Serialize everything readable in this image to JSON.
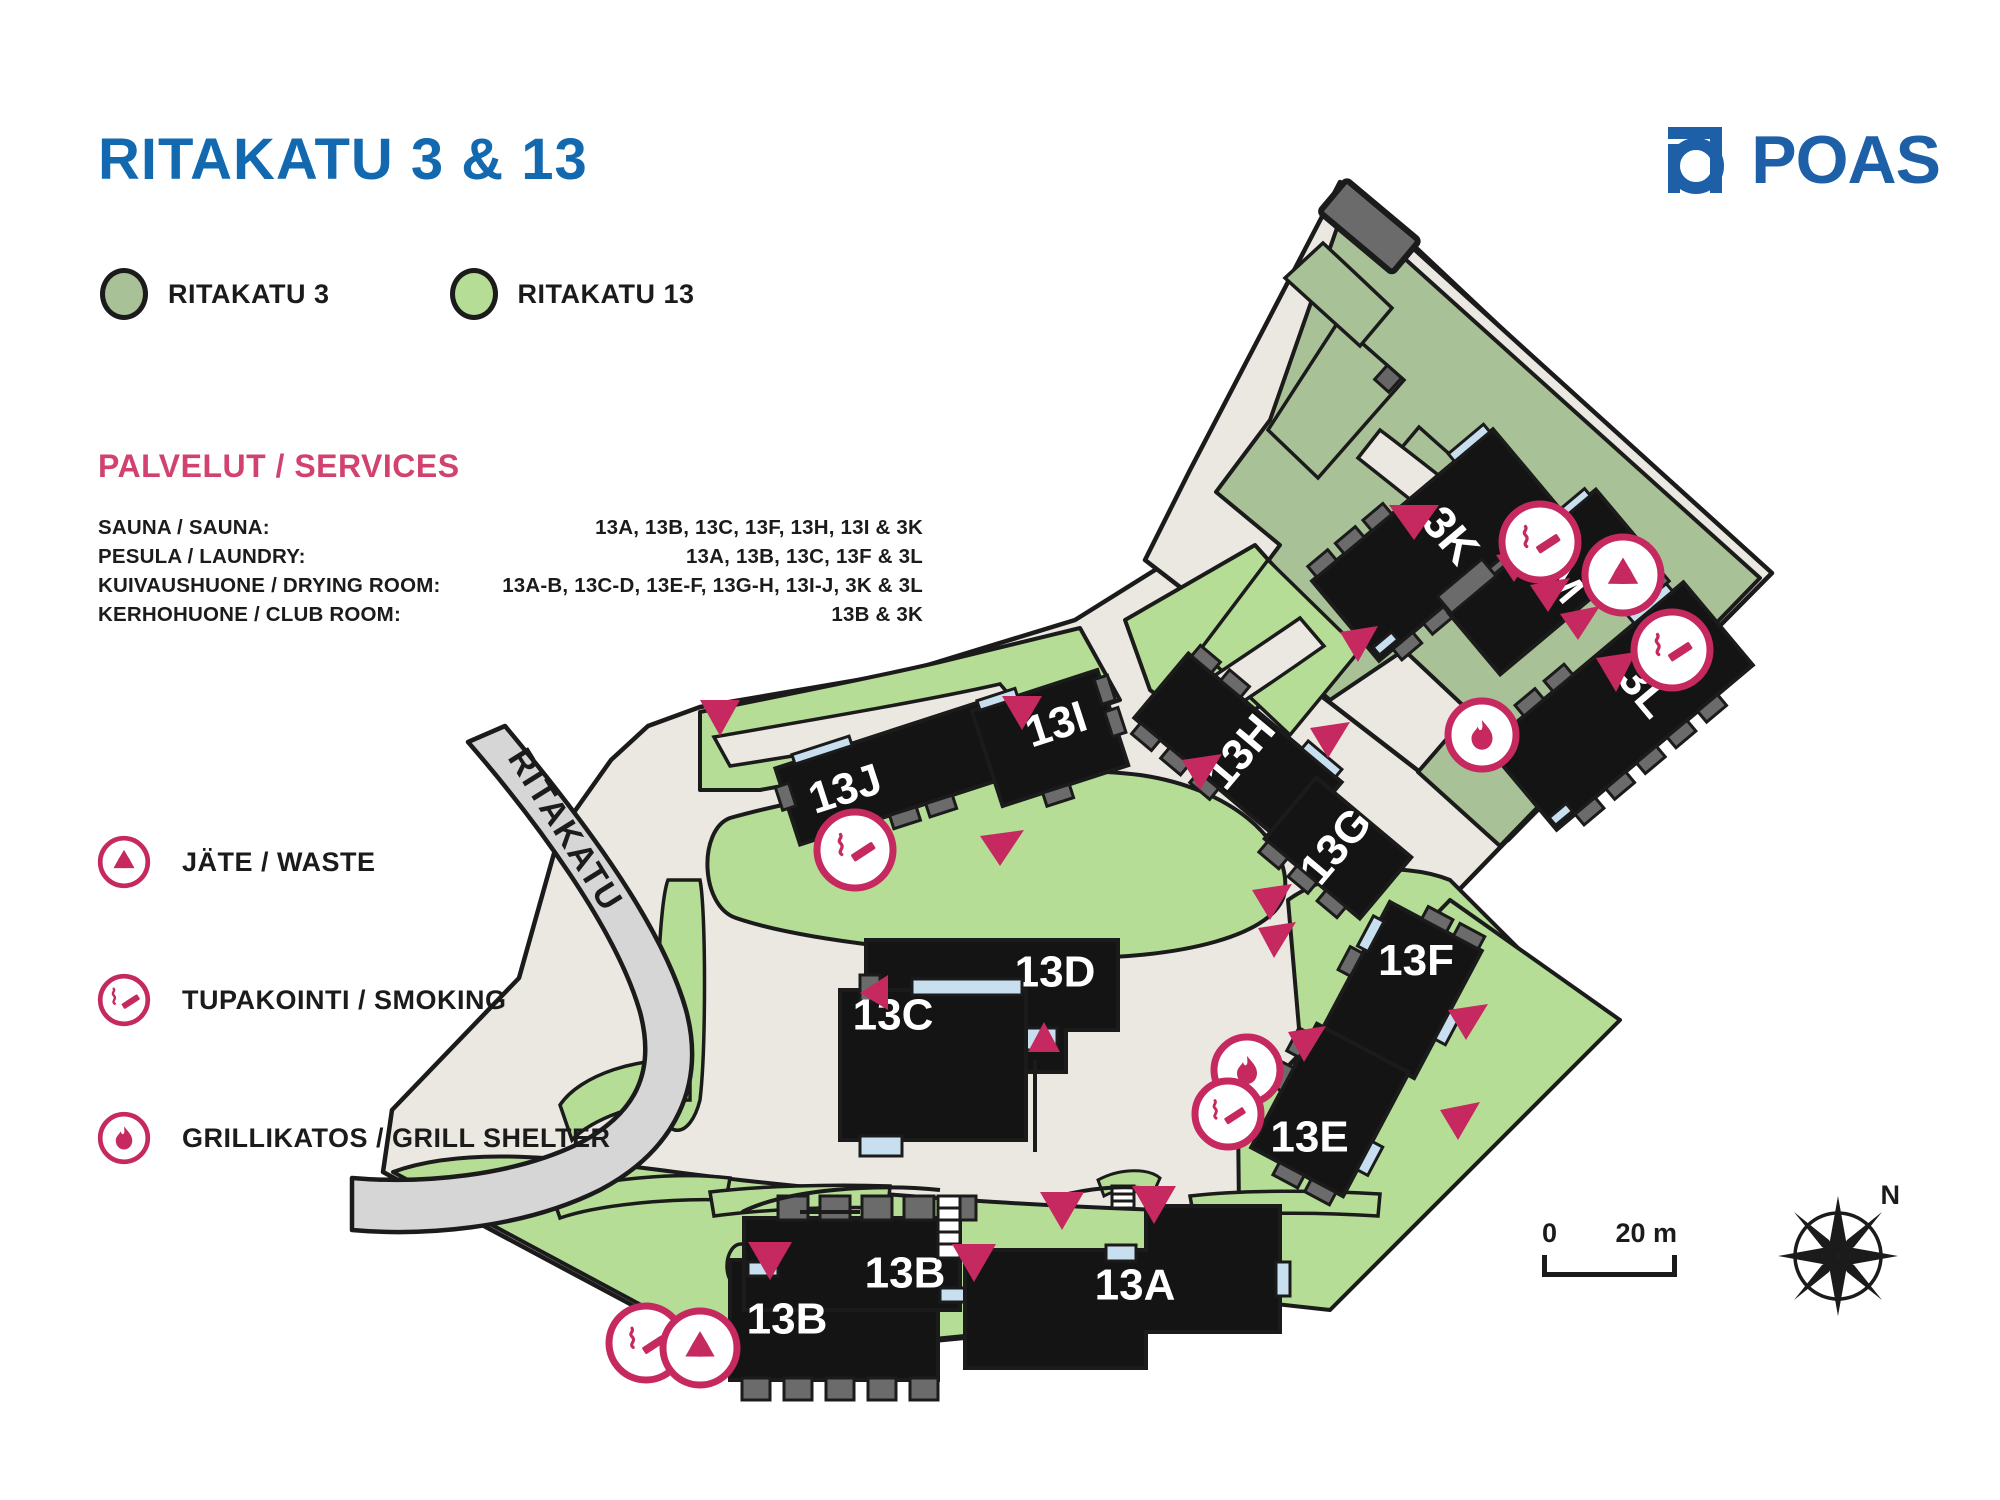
{
  "map": {
    "title": "RITAKATU 3 & 13",
    "brand": {
      "name": "POAS",
      "logo_icon": "poas-logo-icon",
      "color": "#1e60a8"
    },
    "title_color": "#1269b0",
    "street_label": "RITAKATU",
    "color_legend": [
      {
        "label": "RITAKATU 3",
        "color": "#a9c197",
        "swatch_icon": "circle-swatch-icon"
      },
      {
        "label": "RITAKATU 13",
        "color": "#b5dd96",
        "swatch_icon": "circle-swatch-icon"
      }
    ],
    "services": {
      "heading": "PALVELUT / SERVICES",
      "heading_color": "#d1436e",
      "rows": [
        {
          "label": "SAUNA / SAUNA:",
          "value": "13A, 13B, 13C, 13F, 13H, 13I & 3K"
        },
        {
          "label": "PESULA / LAUNDRY:",
          "value": "13A, 13B, 13C, 13F & 3L"
        },
        {
          "label": "KUIVAUSHUONE / DRYING ROOM:",
          "value": "13A-B, 13C-D, 13E-F, 13G-H, 13I-J, 3K & 3L"
        },
        {
          "label": "KERHOHUONE  / CLUB ROOM:",
          "value": "13B & 3K"
        }
      ]
    },
    "icon_legend": [
      {
        "icon": "recycle-icon",
        "label": "JÄTE / WASTE"
      },
      {
        "icon": "cigarette-icon",
        "label": "TUPAKOINTI / SMOKING"
      },
      {
        "icon": "flame-icon",
        "label": "GRILLIKATOS / GRILL SHELTER"
      }
    ],
    "buildings": [
      {
        "id": "3K",
        "zone": "ritakatu-3"
      },
      {
        "id": "3M",
        "zone": "ritakatu-3"
      },
      {
        "id": "3L",
        "zone": "ritakatu-3"
      },
      {
        "id": "13J",
        "zone": "ritakatu-13"
      },
      {
        "id": "13I",
        "zone": "ritakatu-13"
      },
      {
        "id": "13H",
        "zone": "ritakatu-13"
      },
      {
        "id": "13G",
        "zone": "ritakatu-13"
      },
      {
        "id": "13F",
        "zone": "ritakatu-13"
      },
      {
        "id": "13E",
        "zone": "ritakatu-13"
      },
      {
        "id": "13D",
        "zone": "ritakatu-13"
      },
      {
        "id": "13C",
        "zone": "ritakatu-13"
      },
      {
        "id": "13B",
        "zone": "ritakatu-13"
      },
      {
        "id": "13B",
        "zone": "ritakatu-13"
      },
      {
        "id": "13A",
        "zone": "ritakatu-13"
      }
    ],
    "map_markers": [
      {
        "icon": "cigarette-icon",
        "near": "3K"
      },
      {
        "icon": "recycle-icon",
        "near": "3M"
      },
      {
        "icon": "cigarette-icon",
        "near": "3L"
      },
      {
        "icon": "flame-icon",
        "near": "3M"
      },
      {
        "icon": "cigarette-icon",
        "near": "13J"
      },
      {
        "icon": "flame-icon",
        "near": "13E"
      },
      {
        "icon": "cigarette-icon",
        "near": "13E"
      },
      {
        "icon": "cigarette-icon",
        "near": "13B"
      },
      {
        "icon": "recycle-icon",
        "near": "13B"
      }
    ],
    "scale": {
      "min": "0",
      "max": "20 m"
    },
    "compass": {
      "north_label": "N",
      "icon": "compass-rose-icon"
    },
    "colors": {
      "ground_paved": "#ebe8e1",
      "lawn_13": "#b5dd96",
      "lawn_3": "#a9c197",
      "road": "#d6d6d6",
      "building": "#141414",
      "accent_pink": "#c5295f",
      "entrance_blue": "#c8dff0",
      "outline": "#1b1b1b"
    }
  }
}
